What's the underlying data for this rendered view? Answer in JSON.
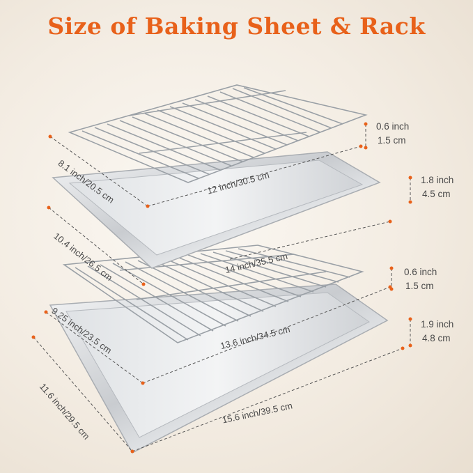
{
  "title": "Size of Baking Sheet & Rack",
  "colors": {
    "accent": "#e8611a",
    "dashed_line": "#555555",
    "marker": "#e8611a"
  },
  "small_set": {
    "rack_width": "8.1 inch/20.5 cm",
    "rack_length": "12 inch/30.5 cm",
    "rack_height": {
      "inch": "0.6 inch",
      "cm": "1.5 cm"
    },
    "pan_width": "10.4 inch/26.5 cm",
    "pan_length": "14 inch/35.5 cm",
    "pan_height": {
      "inch": "1.8 inch",
      "cm": "4.5 cm"
    }
  },
  "large_set": {
    "rack_width": "9.25 inch/23.5 cm",
    "rack_length": "13.6 inch/34.5 cm",
    "rack_height": {
      "inch": "0.6 inch",
      "cm": "1.5 cm"
    },
    "pan_width": "11.6 inch/29.5 cm",
    "pan_length": "15.6 inch/39.5 cm",
    "pan_height": {
      "inch": "1.9 inch",
      "cm": "4.8 cm"
    }
  }
}
